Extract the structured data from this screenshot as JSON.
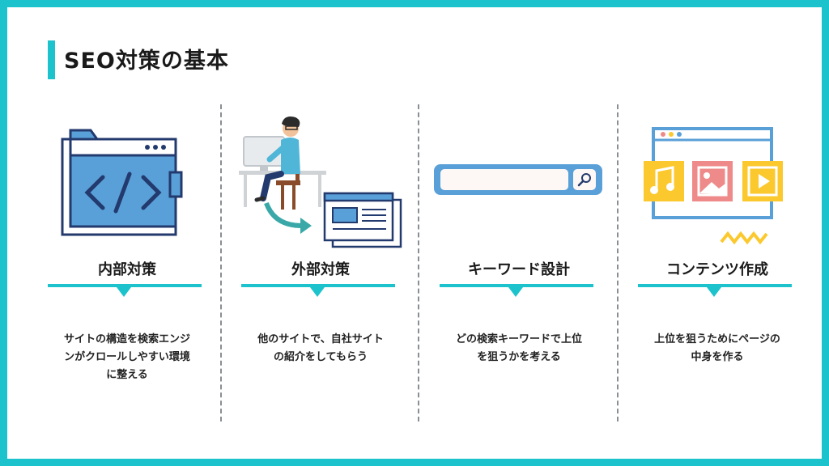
{
  "title": "SEO対策の基本",
  "colors": {
    "accent": "#1cc3cc",
    "frame": "#1cc3cc",
    "navy": "#233a6e",
    "blue": "#5aa0d8",
    "yellow": "#fbc92e",
    "pink": "#ef8a8a"
  },
  "columns": [
    {
      "heading": "内部対策",
      "icon": "code-window-icon",
      "desc_lines": [
        "サイトの構造を検索エンジ",
        "ンがクロールしやすい環境",
        "に整える"
      ]
    },
    {
      "heading": "外部対策",
      "icon": "person-computer-link-icon",
      "desc_lines": [
        "他のサイトで、自社サイト",
        "の紹介をしてもらう"
      ]
    },
    {
      "heading": "キーワード設計",
      "icon": "search-bar-icon",
      "desc_lines": [
        "どの検索キーワードで上位",
        "を狙うかを考える"
      ]
    },
    {
      "heading": "コンテンツ作成",
      "icon": "media-window-icon",
      "desc_lines": [
        "上位を狙うためにページの",
        "中身を作る"
      ]
    }
  ]
}
